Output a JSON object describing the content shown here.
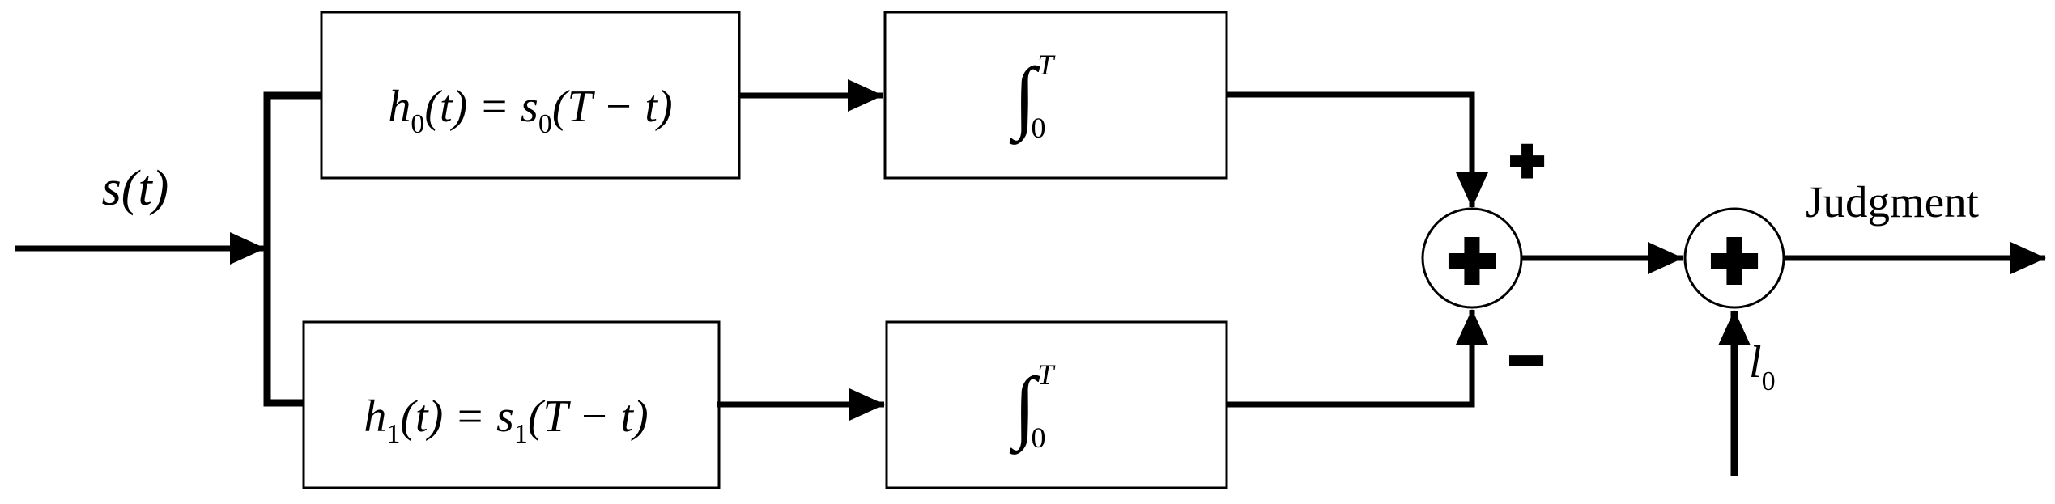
{
  "diagram": {
    "input_label": "s(t)",
    "filter_top": {
      "h": "h",
      "h_sub": "0",
      "middle": "(t) = s",
      "s_sub": "0",
      "tail": "(T − t)"
    },
    "filter_bottom": {
      "h": "h",
      "h_sub": "1",
      "middle": "(t) = s",
      "s_sub": "1",
      "tail": "(T − t)"
    },
    "integrator_top": {
      "integral": "∫",
      "upper_limit": "T",
      "lower_limit": "0"
    },
    "integrator_bottom": {
      "integral": "∫",
      "upper_limit": "T",
      "lower_limit": "0"
    },
    "summer_first": {
      "operator": "+",
      "input_top_sign": "+",
      "input_bottom_sign": "−"
    },
    "summer_second": {
      "operator": "+"
    },
    "threshold_label": {
      "letter": "l",
      "sub": "0"
    },
    "output_label": "Judgment",
    "colors": {
      "ink": "#000000",
      "background": "#ffffff"
    }
  }
}
